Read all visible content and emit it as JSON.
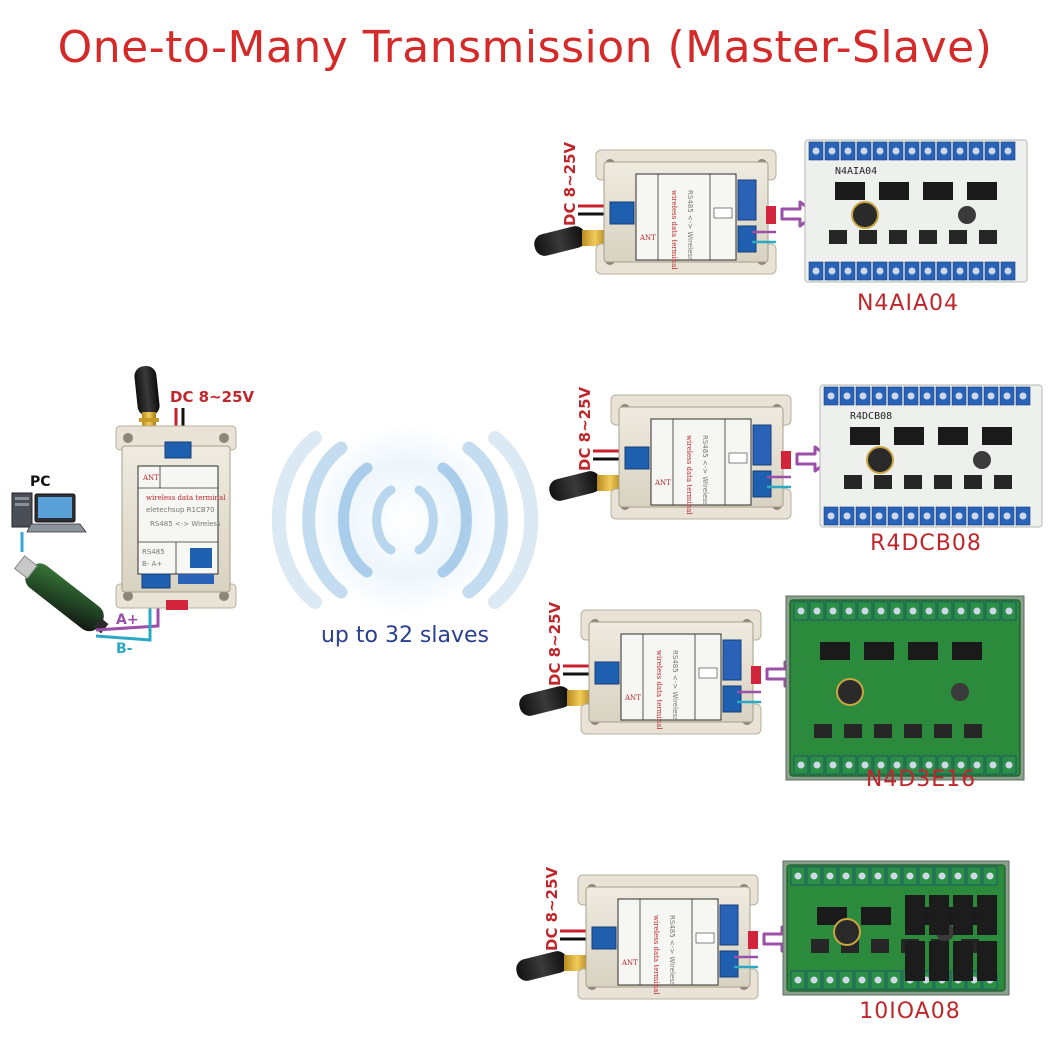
{
  "title": "One-to-Many Transmission (Master-Slave)",
  "wireless_label": "up to 32 slaves",
  "master": {
    "power_label": "DC 8~25V",
    "pc_label": "PC",
    "wire_a_label": "A+",
    "wire_b_label": "B-"
  },
  "slave_power_label": "DC 8~25V",
  "modules": [
    {
      "name": "N4AIA04",
      "pcb_text": "N4AIA04"
    },
    {
      "name": "R4DCB08",
      "pcb_text": "R4DCB08"
    },
    {
      "name": "N4D3E16",
      "pcb_text": ""
    },
    {
      "name": "10IOA08",
      "pcb_text": ""
    }
  ],
  "colors": {
    "title": "#d42a2a",
    "module_label": "#c0272d",
    "slaves_text": "#2a3f8f",
    "wire_a": "#9b4fa8",
    "wire_b": "#2aa8c4",
    "arrow": "#9b4fa8",
    "pcb_green": "#2c8a3c",
    "pcb_white": "#eef0ee",
    "terminal_blue": "#2a62b8"
  },
  "icons": [
    "antenna-icon",
    "pc-icon",
    "usb-adapter-icon",
    "wireless-waves-icon",
    "arrow-right-icon"
  ]
}
